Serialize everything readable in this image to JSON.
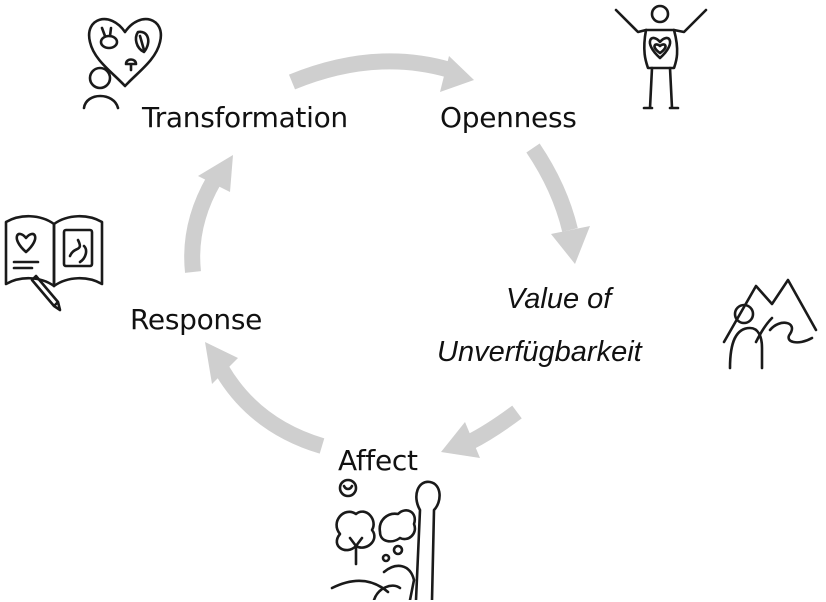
{
  "diagram": {
    "stages": {
      "transformation": "Transformation",
      "openness": "Openness",
      "value_line1": "Value of",
      "value_line2": "Unverfügbarkeit",
      "affect": "Affect",
      "response": "Response"
    },
    "colors": {
      "arrow": "#cfcfcf",
      "text": "#111111",
      "sketch": "#1a1a1a"
    },
    "icons": {
      "transformation": "person-with-nature-heart-icon",
      "openness": "figure-with-open-heart-icon",
      "value": "person-with-mountains-icon",
      "affect": "person-under-tree-icon",
      "response": "open-journal-with-pen-icon"
    }
  }
}
